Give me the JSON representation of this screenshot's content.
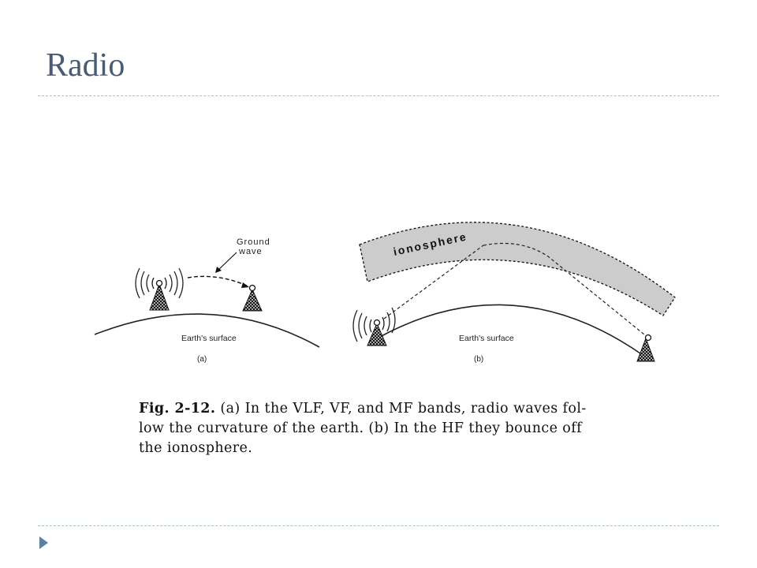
{
  "slide": {
    "title": "Radio"
  },
  "diagram": {
    "label_ground_wave_line1": "Ground",
    "label_ground_wave_line2": "wave",
    "label_earth_surface_a": "Earth's surface",
    "label_panel_a": "(a)",
    "label_ionosphere": "ionosphere",
    "label_earth_surface_b": "Earth's surface",
    "label_panel_b": "(b)"
  },
  "caption": {
    "lead": "Fig. 2-12.",
    "line1": " (a) In the VLF, VF, and MF bands, radio waves fol-",
    "line2": "low the curvature of the earth. (b) In the HF they bounce off",
    "line3": "the ionosphere."
  },
  "colors": {
    "title": "#4a5b74",
    "divider": "#a9c0cc",
    "bullet": "#5b7fa7",
    "ionosphere_fill": "#cccccc"
  },
  "icons": {
    "bullet": "triangle-right-icon",
    "antenna": "antenna-tower-icon"
  }
}
